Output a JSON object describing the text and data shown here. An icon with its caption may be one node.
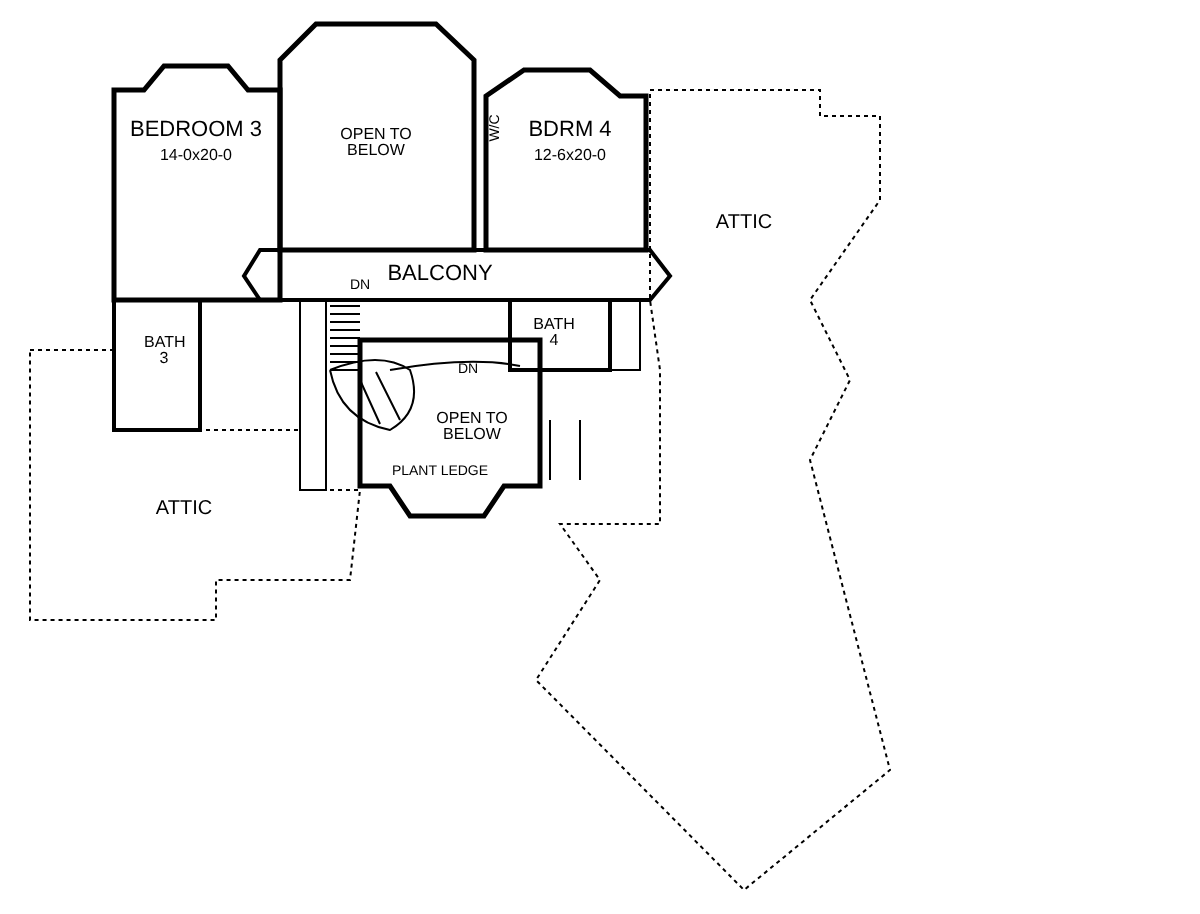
{
  "diagram": {
    "nodes": [
      {
        "text": [
          "BEDROOM 3",
          "14-0x20-0"
        ]
      },
      {
        "text": [
          "OPEN TO BELOW"
        ]
      },
      {
        "text": [
          "BDRM 4",
          "12-6x20-0"
        ]
      },
      {
        "text": [
          "ATTIC"
        ]
      },
      {
        "text": [
          "BALCONY"
        ]
      },
      {
        "text": [
          "BATH 3"
        ]
      },
      {
        "text": [
          "BATH 4"
        ]
      },
      {
        "text": [
          "OPEN TO BELOW"
        ]
      },
      {
        "text": [
          "ATTIC"
        ]
      }
    ],
    "labels": [
      "W/C",
      "DN",
      "DN",
      "PLANT LEDGE"
    ]
  }
}
